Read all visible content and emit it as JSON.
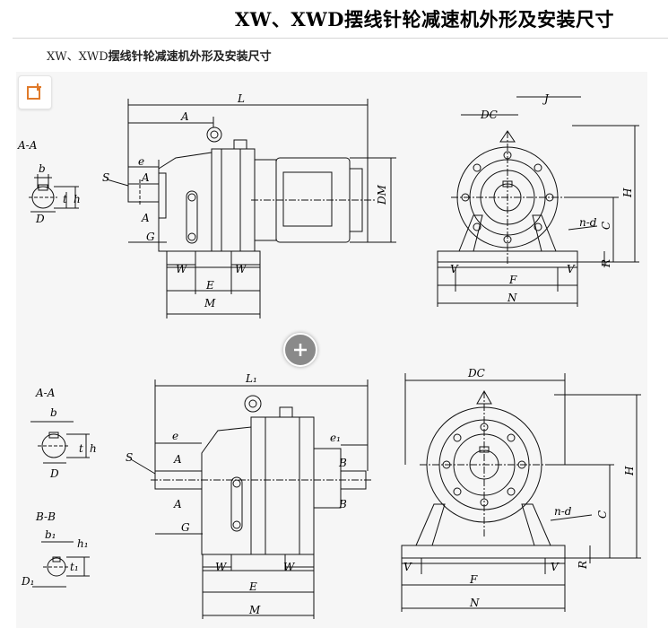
{
  "page": {
    "title": "XW、XWD摆线针轮减速机外形及安装尺寸",
    "caption_prefix": "XW、XWD",
    "caption_rest": "摆线针轮减速机外形及安装尺寸"
  },
  "controls": {
    "share_icon": "share-plus-icon",
    "zoom_icon": "zoom-in-plus-icon"
  },
  "figure": {
    "top": {
      "section_aa": "A-A",
      "dims": {
        "b": "b",
        "t": "t",
        "h": "h",
        "D": "D",
        "S": "S",
        "e": "e",
        "A": "A",
        "L": "L",
        "G": "G",
        "W": "W",
        "E": "E",
        "M": "M",
        "DM": "DM",
        "DC": "DC",
        "J": "J",
        "H": "H",
        "C": "C",
        "R": "R",
        "nd": "n-d",
        "V": "V",
        "F": "F",
        "N": "N"
      }
    },
    "bottom": {
      "section_aa": "A-A",
      "section_bb": "B-B",
      "dims": {
        "b": "b",
        "t": "t",
        "h": "h",
        "D": "D",
        "b1": "b₁",
        "t1": "t₁",
        "h1": "h₁",
        "D1": "D₁",
        "S": "S",
        "e": "e",
        "e1": "e₁",
        "A": "A",
        "B": "B",
        "L1": "L₁",
        "G": "G",
        "W": "W",
        "E": "E",
        "M": "M",
        "DC": "DC",
        "H": "H",
        "C": "C",
        "R": "R",
        "nd": "n-d",
        "V": "V",
        "F": "F",
        "N": "N"
      }
    }
  }
}
